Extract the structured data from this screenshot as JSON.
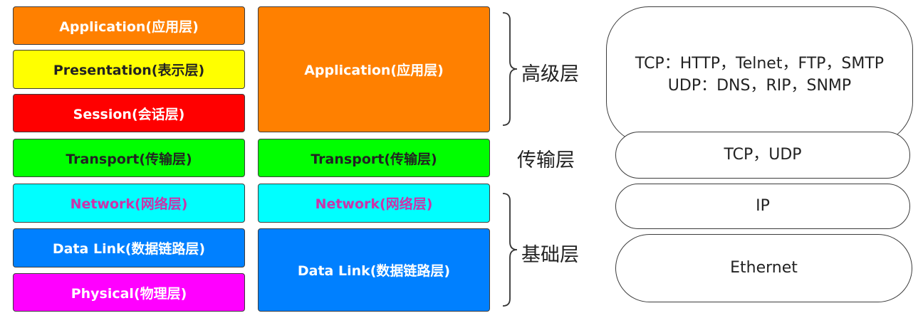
{
  "osi_layers": [
    {
      "label": "Application(应用层)",
      "bg": "#ff8000",
      "fg": "#ffffff"
    },
    {
      "label": "Presentation(表示层)",
      "bg": "#ffff00",
      "fg": "#222222"
    },
    {
      "label": "Session(会话层)",
      "bg": "#ff0000",
      "fg": "#ffffff"
    },
    {
      "label": "Transport(传输层)",
      "bg": "#00ff00",
      "fg": "#222222"
    },
    {
      "label": "Network(网络层)",
      "bg": "#00ffff",
      "fg": "#cc33aa"
    },
    {
      "label": "Data Link(数据链路层)",
      "bg": "#0080ff",
      "fg": "#ffffff"
    },
    {
      "label": "Physical(物理层)",
      "bg": "#ff00ff",
      "fg": "#ffffff"
    }
  ],
  "tcpip_layers": [
    {
      "label": "Application(应用层)",
      "bg": "#ff8000",
      "fg": "#ffffff"
    },
    {
      "label": "Transport(传输层)",
      "bg": "#00ff00",
      "fg": "#222222"
    },
    {
      "label": "Network(网络层)",
      "bg": "#00ffff",
      "fg": "#cc33aa"
    },
    {
      "label": "Data Link(数据链路层)",
      "bg": "#0080ff",
      "fg": "#ffffff"
    }
  ],
  "groups": {
    "high": "高级层",
    "transport": "传输层",
    "base": "基础层"
  },
  "protocols": {
    "application_line1": "TCP：HTTP，Telnet，FTP，SMTP",
    "application_line2": "UDP：DNS，RIP，SNMP",
    "transport": "TCP，UDP",
    "network": "IP",
    "datalink": "Ethernet"
  }
}
